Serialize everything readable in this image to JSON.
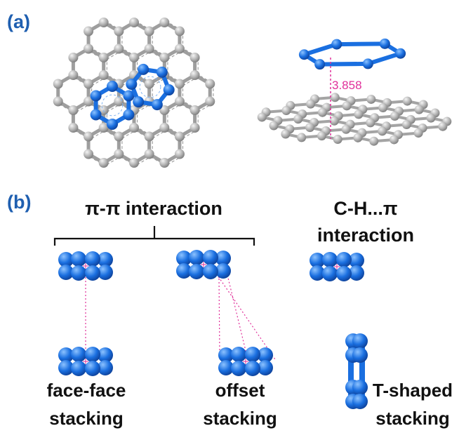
{
  "panel_a": {
    "label": "(a)",
    "distance": "3.858",
    "colors": {
      "graphene": "#aaaaaa",
      "benzene": "#1a6fe0",
      "measure": "#e0309a"
    }
  },
  "panel_b": {
    "label": "(b)",
    "pi_pi": {
      "title": "π-π interaction"
    },
    "ch_pi": {
      "title_line1": "C-H...π",
      "title_line2": "interaction"
    },
    "captions": {
      "face_face": [
        "face-face",
        "stacking"
      ],
      "offset": [
        "offset",
        "stacking"
      ],
      "t_shaped": [
        "T-shaped",
        "stacking"
      ]
    }
  }
}
